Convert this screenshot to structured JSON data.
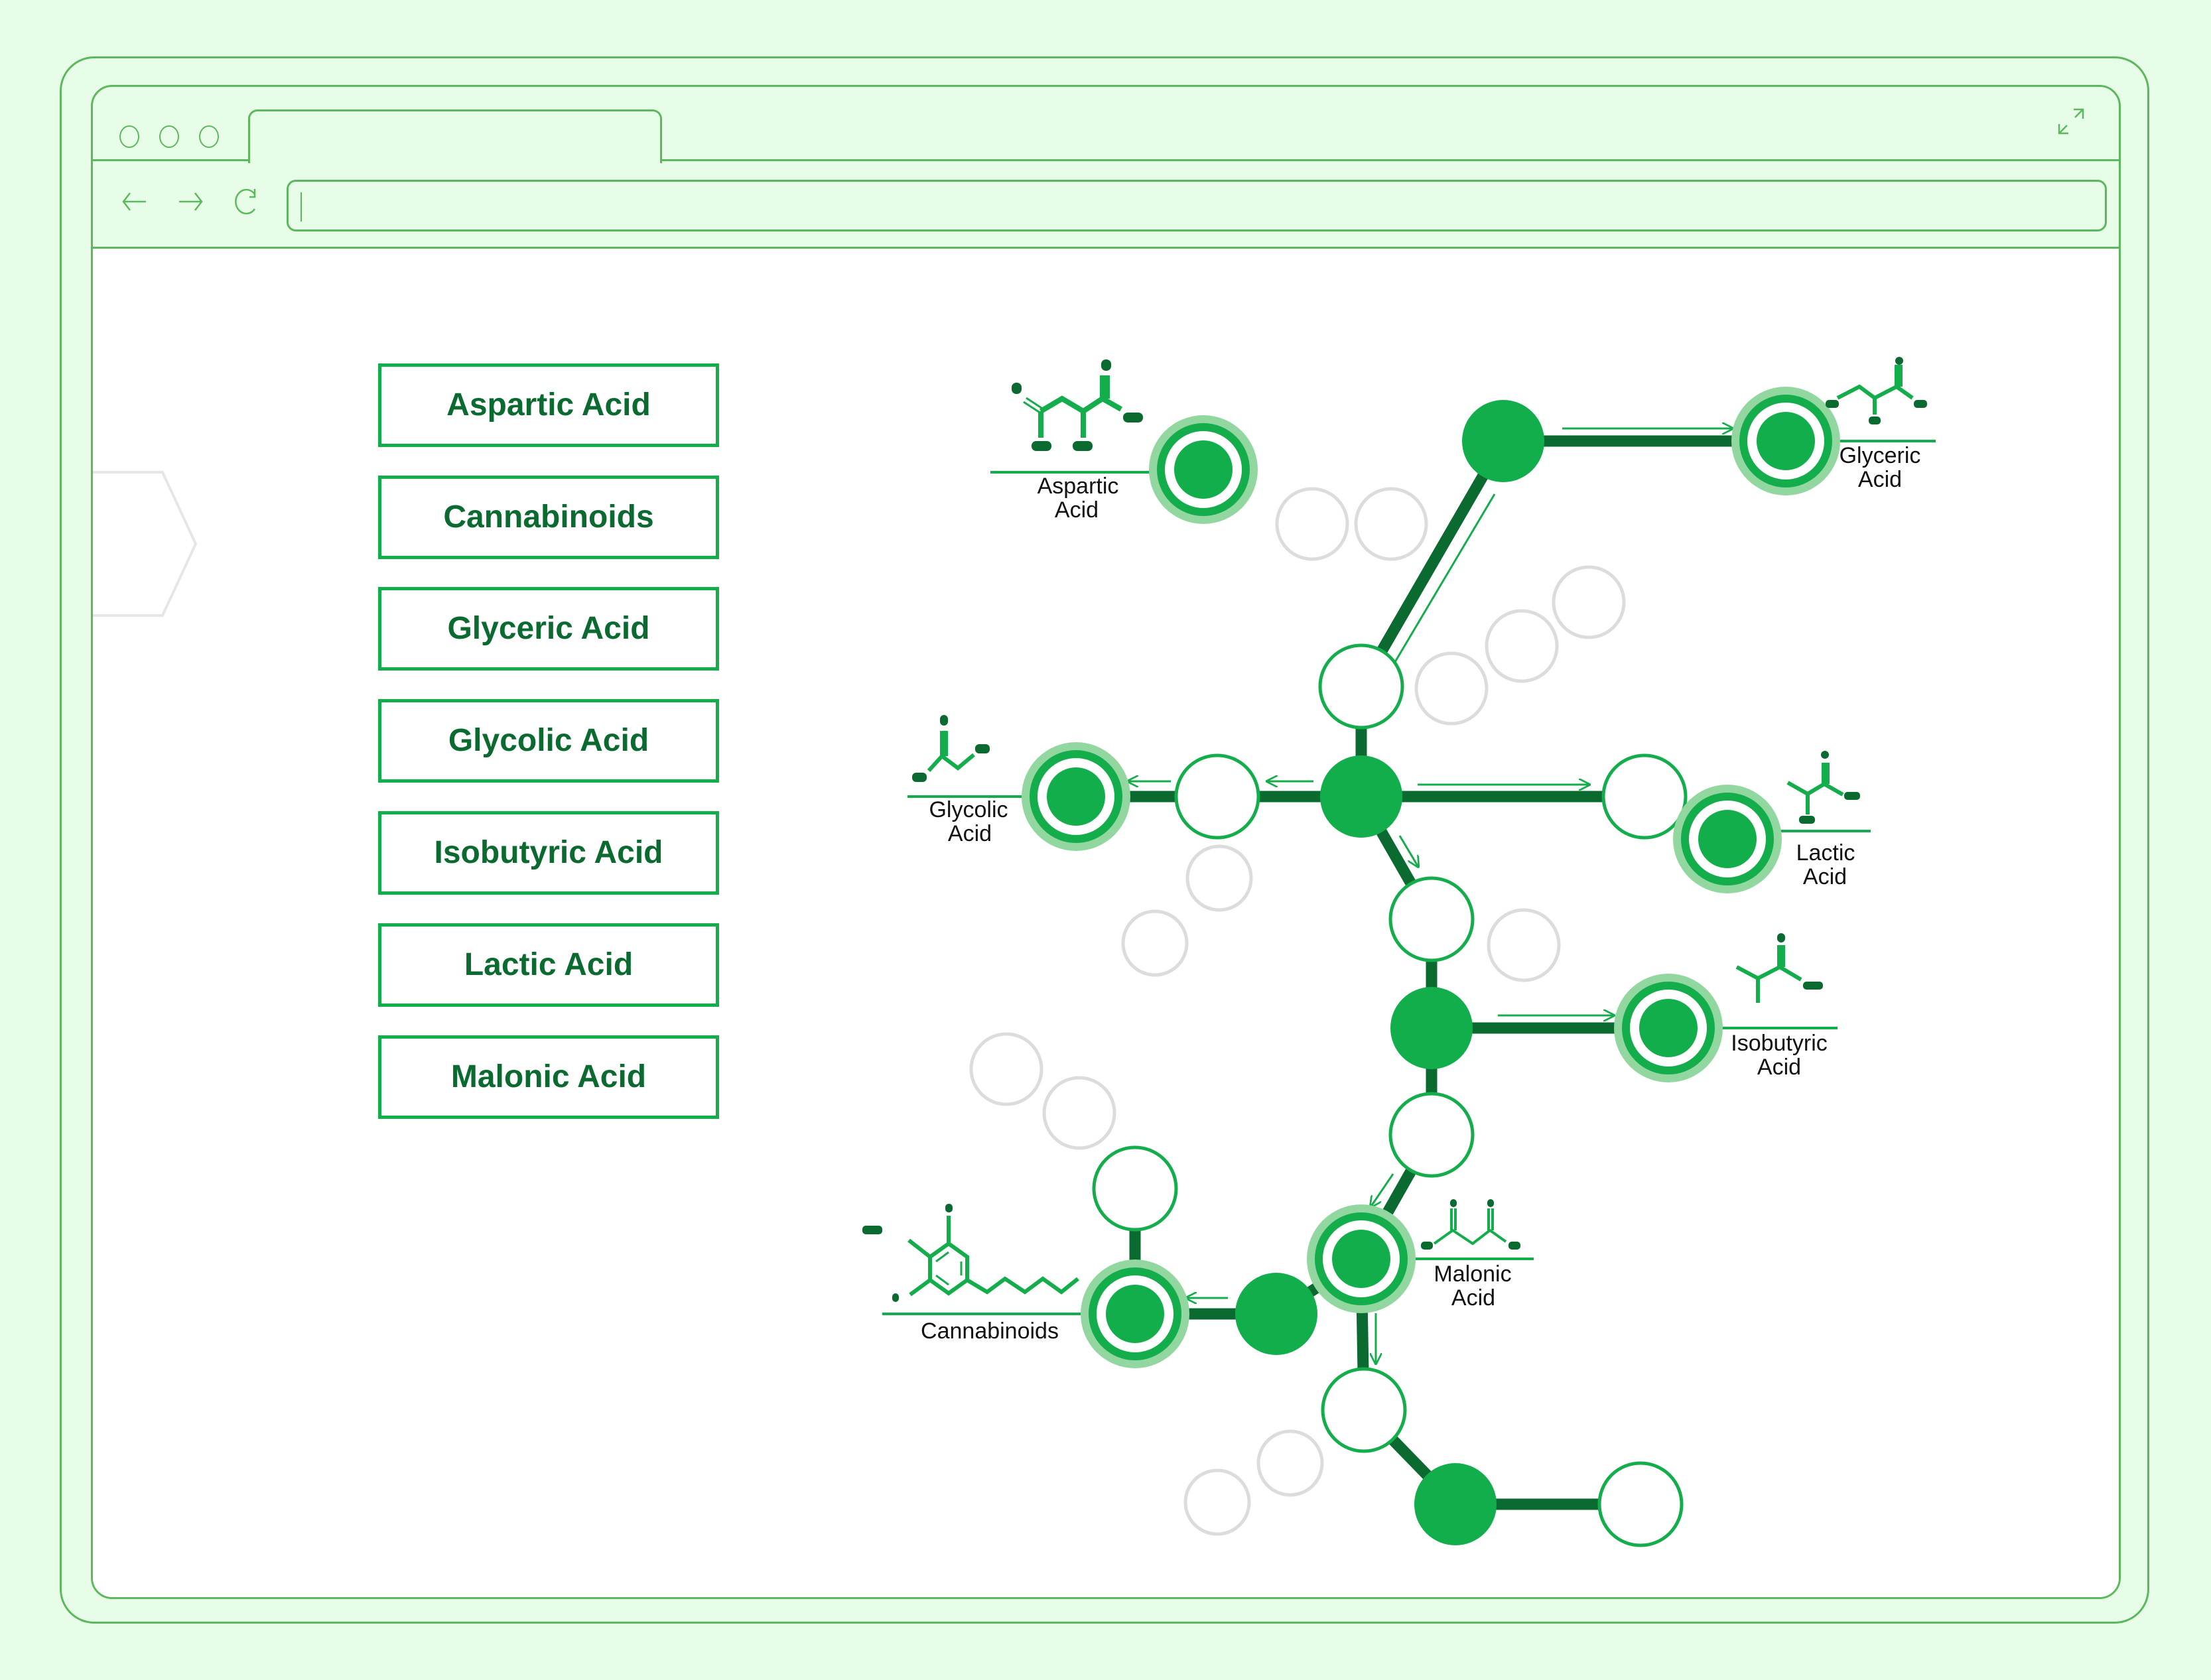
{
  "browser": {
    "window_controls": [
      "close",
      "minimize",
      "maximize"
    ],
    "tab_title": "",
    "address_bar": {
      "value": "",
      "placeholder": ""
    },
    "nav": {
      "back_icon": "arrow-left-icon",
      "forward_icon": "arrow-right-icon",
      "reload_icon": "reload-icon",
      "expand_icon": "expand-icon"
    }
  },
  "sidebar": {
    "buttons": [
      {
        "label": "Aspartic Acid"
      },
      {
        "label": "Cannabinoids"
      },
      {
        "label": "Glyceric Acid"
      },
      {
        "label": "Glycolic Acid"
      },
      {
        "label": "Isobutyric Acid"
      },
      {
        "label": "Lactic Acid"
      },
      {
        "label": "Malonic Acid"
      }
    ]
  },
  "diagram": {
    "products": [
      {
        "id": "aspartic",
        "line1": "Aspartic",
        "line2": "Acid"
      },
      {
        "id": "glyceric",
        "line1": "Glyceric",
        "line2": "Acid"
      },
      {
        "id": "glycolic",
        "line1": "Glycolic",
        "line2": "Acid"
      },
      {
        "id": "lactic",
        "line1": "Lactic",
        "line2": "Acid"
      },
      {
        "id": "isobutyric",
        "line1": "Isobutyric",
        "line2": "Acid"
      },
      {
        "id": "malonic",
        "line1": "Malonic",
        "line2": "Acid"
      },
      {
        "id": "cannabinoids",
        "line1": "Cannabinoids",
        "line2": ""
      }
    ]
  },
  "colors": {
    "background": "#e8fde8",
    "frame": "#5cb85c",
    "accent": "#14ad4b",
    "dark_green": "#0b6a30",
    "halo": "#93d7a0",
    "ghost": "#dcdcdc"
  }
}
